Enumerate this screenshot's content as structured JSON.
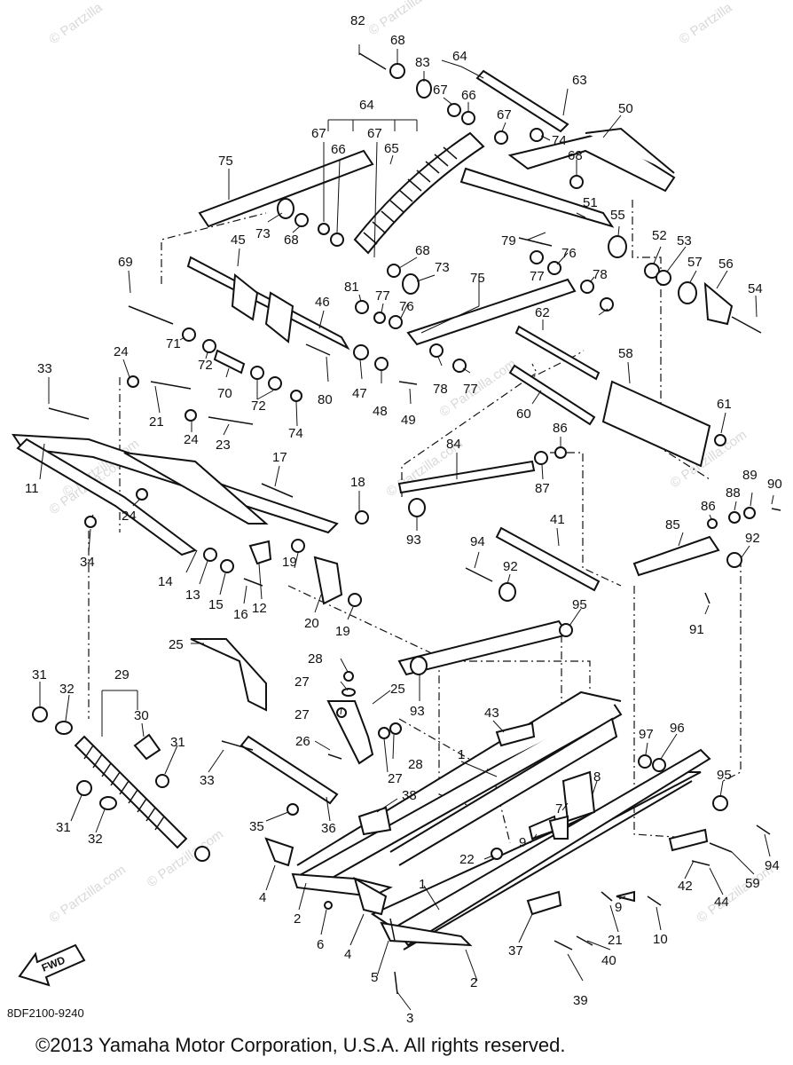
{
  "diagram": {
    "drawing_code": "8DF2100-9240",
    "copyright": "©2013 Yamaha Motor Corporation, U.S.A. All rights reserved.",
    "direction_marker": "FWD",
    "watermarks": [
      "© Partzilla",
      "© Partzilla",
      "© Partzilla.com",
      "© Partzilla.com",
      "© Partzilla.com",
      "© Partzilla.com",
      "© Partzilla.com",
      "© Partzilla.com",
      "© Partzilla.com",
      "© Partzilla.com",
      "© Partzilla.com",
      "© Partzilla.com"
    ],
    "callouts": [
      "82",
      "68",
      "83",
      "64",
      "63",
      "67",
      "66",
      "67",
      "74",
      "50",
      "64",
      "67",
      "66",
      "67",
      "65",
      "68",
      "75",
      "73",
      "68",
      "51",
      "55",
      "45",
      "79",
      "52",
      "53",
      "68",
      "73",
      "76",
      "57",
      "56",
      "54",
      "69",
      "81",
      "77",
      "76",
      "75",
      "78",
      "46",
      "77",
      "71",
      "72",
      "62",
      "70",
      "72",
      "80",
      "47",
      "48",
      "49",
      "78",
      "77",
      "24",
      "58",
      "33",
      "21",
      "24",
      "23",
      "74",
      "61",
      "84",
      "86",
      "11",
      "17",
      "18",
      "87",
      "88",
      "89",
      "90",
      "86",
      "24",
      "60",
      "41",
      "85",
      "92",
      "34",
      "93",
      "94",
      "92",
      "14",
      "13",
      "15",
      "16",
      "12",
      "19",
      "20",
      "19",
      "91",
      "95",
      "25",
      "28",
      "27",
      "25",
      "93",
      "31",
      "32",
      "29",
      "30",
      "27",
      "43",
      "97",
      "96",
      "31",
      "26",
      "28",
      "1",
      "27",
      "33",
      "38",
      "8",
      "95",
      "7",
      "31",
      "32",
      "35",
      "36",
      "9",
      "22",
      "94",
      "4",
      "2",
      "59",
      "1",
      "42",
      "44",
      "6",
      "9",
      "4",
      "10",
      "21",
      "5",
      "37",
      "40",
      "2",
      "39",
      "3"
    ]
  }
}
